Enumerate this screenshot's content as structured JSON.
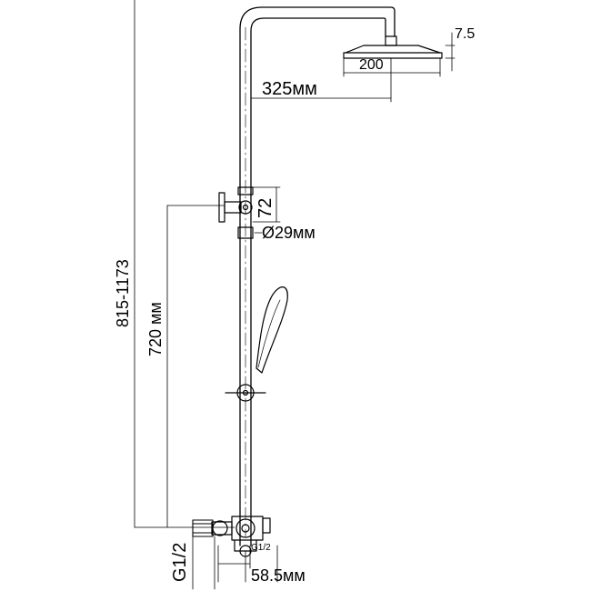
{
  "dimensions": {
    "head_thickness": "7.5",
    "head_width": "200",
    "arm_reach": "325мм",
    "holder_spacing": "72",
    "pipe_diameter": "Ø29мм",
    "total_height": "815-1173",
    "inlet_height": "720 мм",
    "inlet_thread": "G1/2",
    "outlet_thread_small": "G1/2",
    "outlet_offset": "58.5мм"
  },
  "colors": {
    "line": "#000000",
    "background": "#ffffff"
  }
}
